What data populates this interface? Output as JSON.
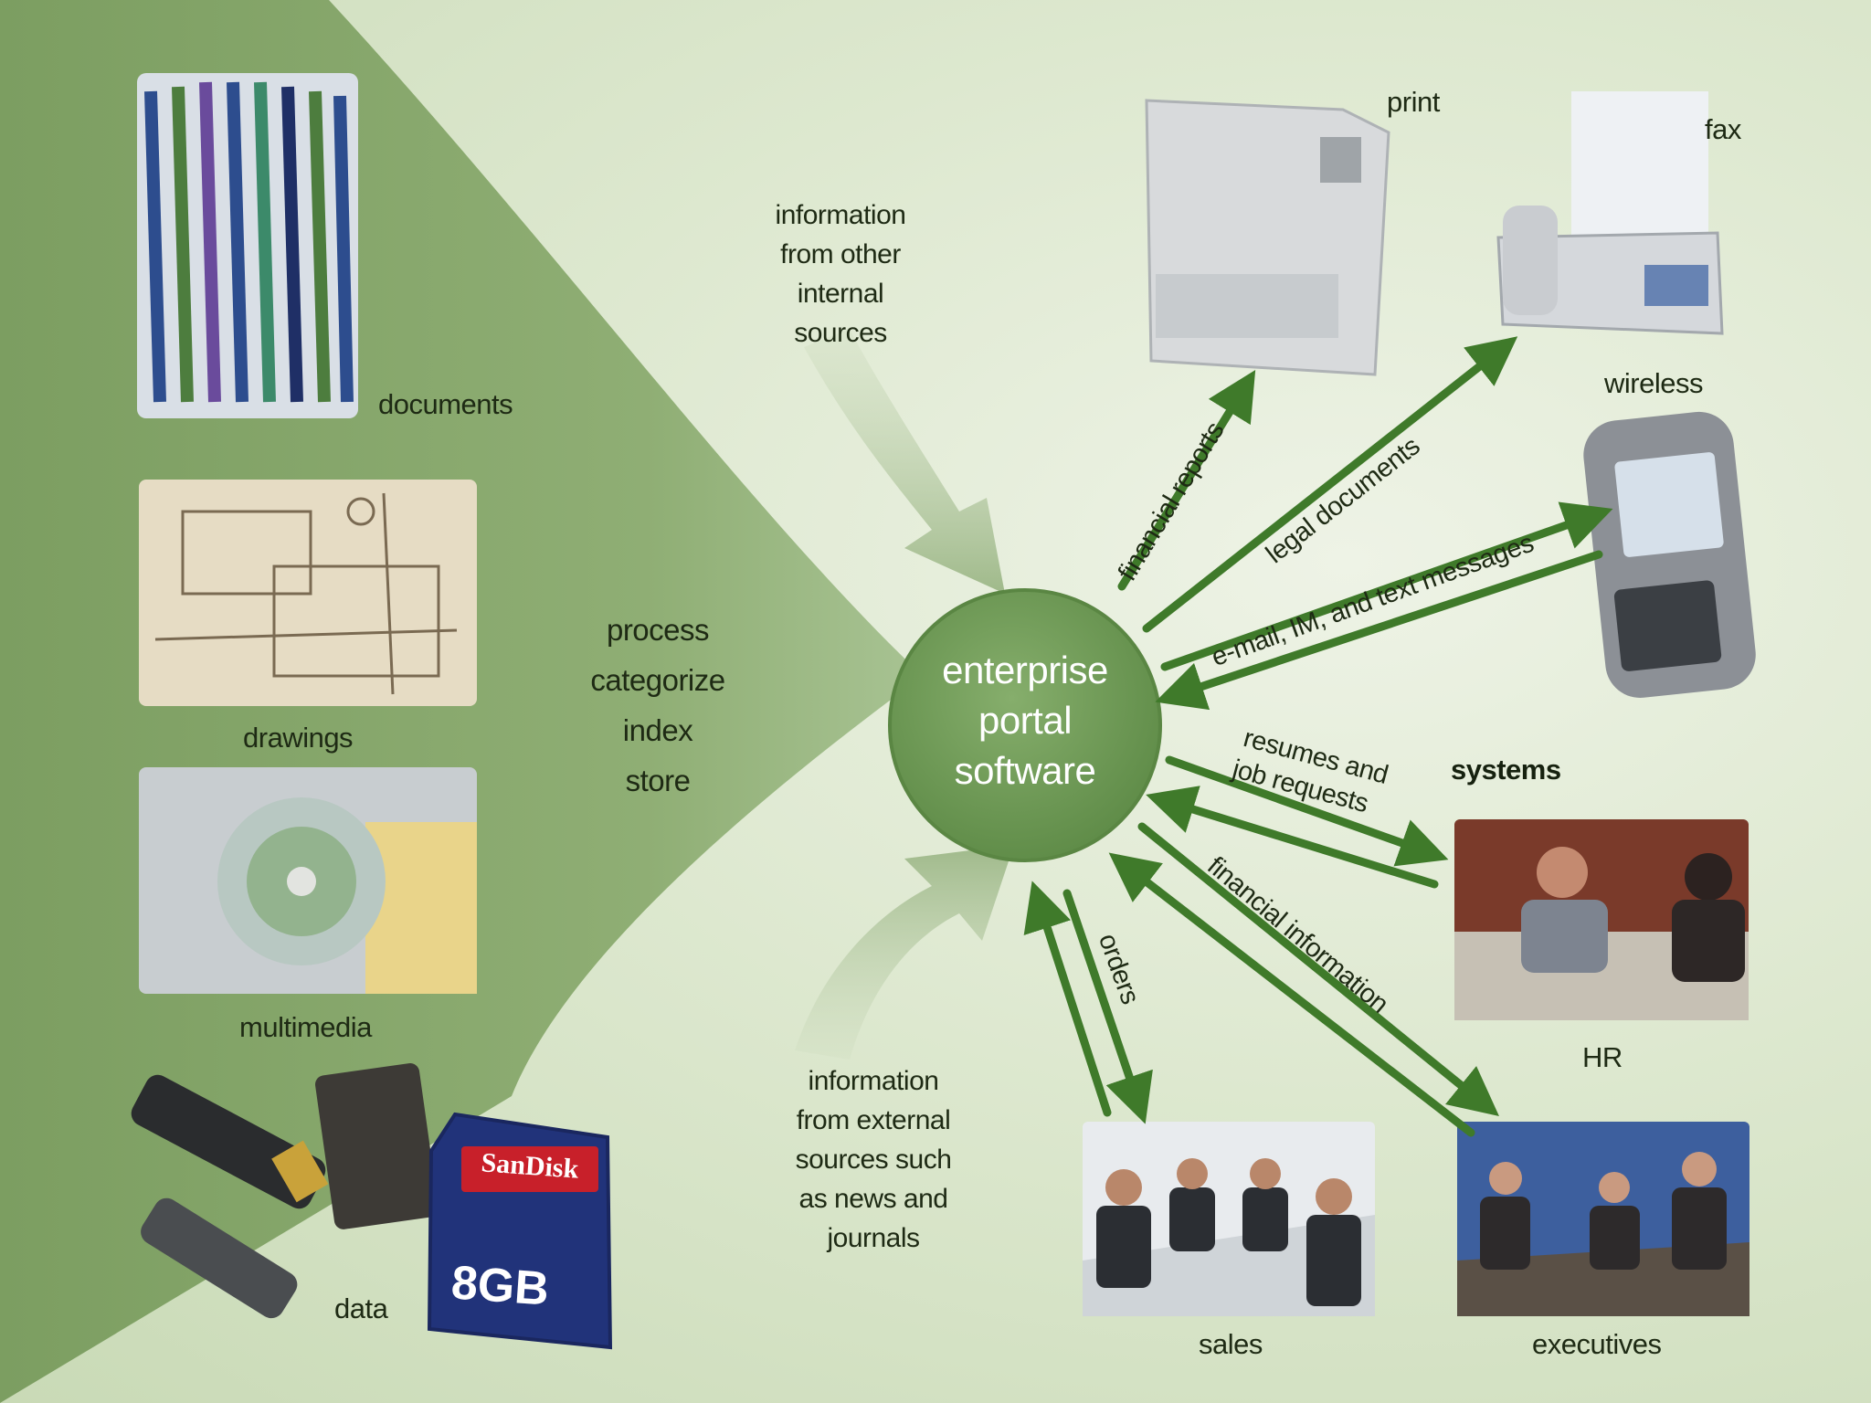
{
  "sources": {
    "documents": "documents",
    "drawings": "drawings",
    "multimedia": "multimedia",
    "data": "data"
  },
  "process_steps": [
    "process",
    "categorize",
    "index",
    "store"
  ],
  "hub": [
    "enterprise",
    "portal",
    "software"
  ],
  "internal_info": [
    "information",
    "from other",
    "internal",
    "sources"
  ],
  "external_info": [
    "information",
    "from external",
    "sources such",
    "as news and",
    "journals"
  ],
  "outputs": {
    "print": "print",
    "fax": "fax",
    "wireless": "wireless",
    "systems": "systems",
    "hr": "HR",
    "sales": "sales",
    "executives": "executives"
  },
  "flows": {
    "financial_reports": "financial reports",
    "legal_documents": "legal documents",
    "messages": "e-mail, IM, and text messages",
    "resumes_1": "resumes and",
    "resumes_2": "job requests",
    "financial_information": "financial information",
    "orders": "orders"
  },
  "sd_card": {
    "brand": "SanDisk",
    "capacity": "8GB"
  },
  "colors": {
    "arrow": "#3f7a2a",
    "hub": "#6e9a56",
    "funnel": "#7ea064"
  }
}
